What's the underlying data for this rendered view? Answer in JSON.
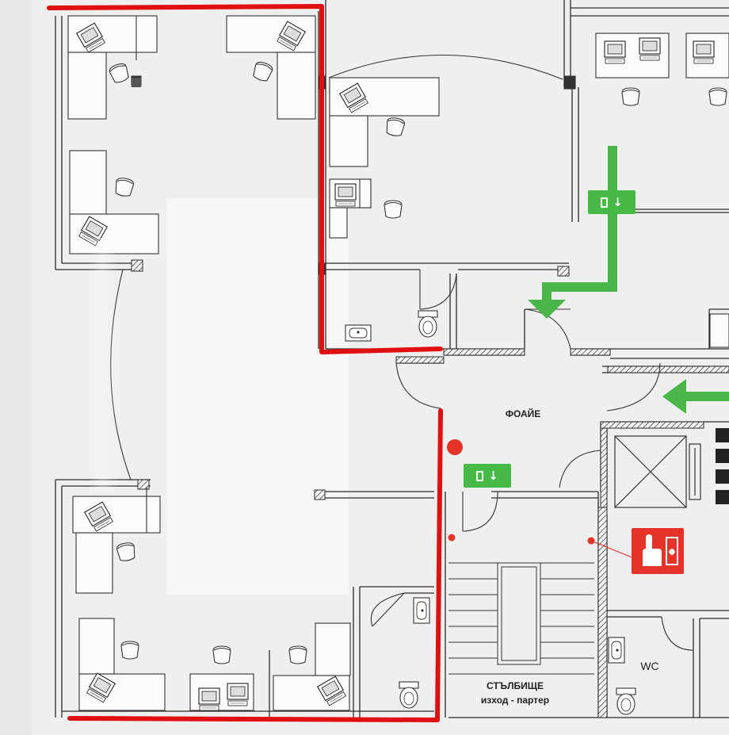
{
  "plan": {
    "labels": {
      "foyer": "ФОАЙЕ",
      "stairs_line1": "СТЪЛБИЩЕ",
      "stairs_line2": "изход - партер",
      "wc": "WC"
    },
    "icons": [
      "exit-sign-icon",
      "fire-alarm-icon",
      "evacuation-arrow-icon",
      "toilet-icon",
      "sink-icon",
      "elevator-icon",
      "desk-icon",
      "chair-icon"
    ],
    "colors": {
      "boundary": "#e01010",
      "evacuation": "#49b649",
      "fire": "#e6332a",
      "wall": "#2b2b2b",
      "paper": "#efefef"
    }
  }
}
